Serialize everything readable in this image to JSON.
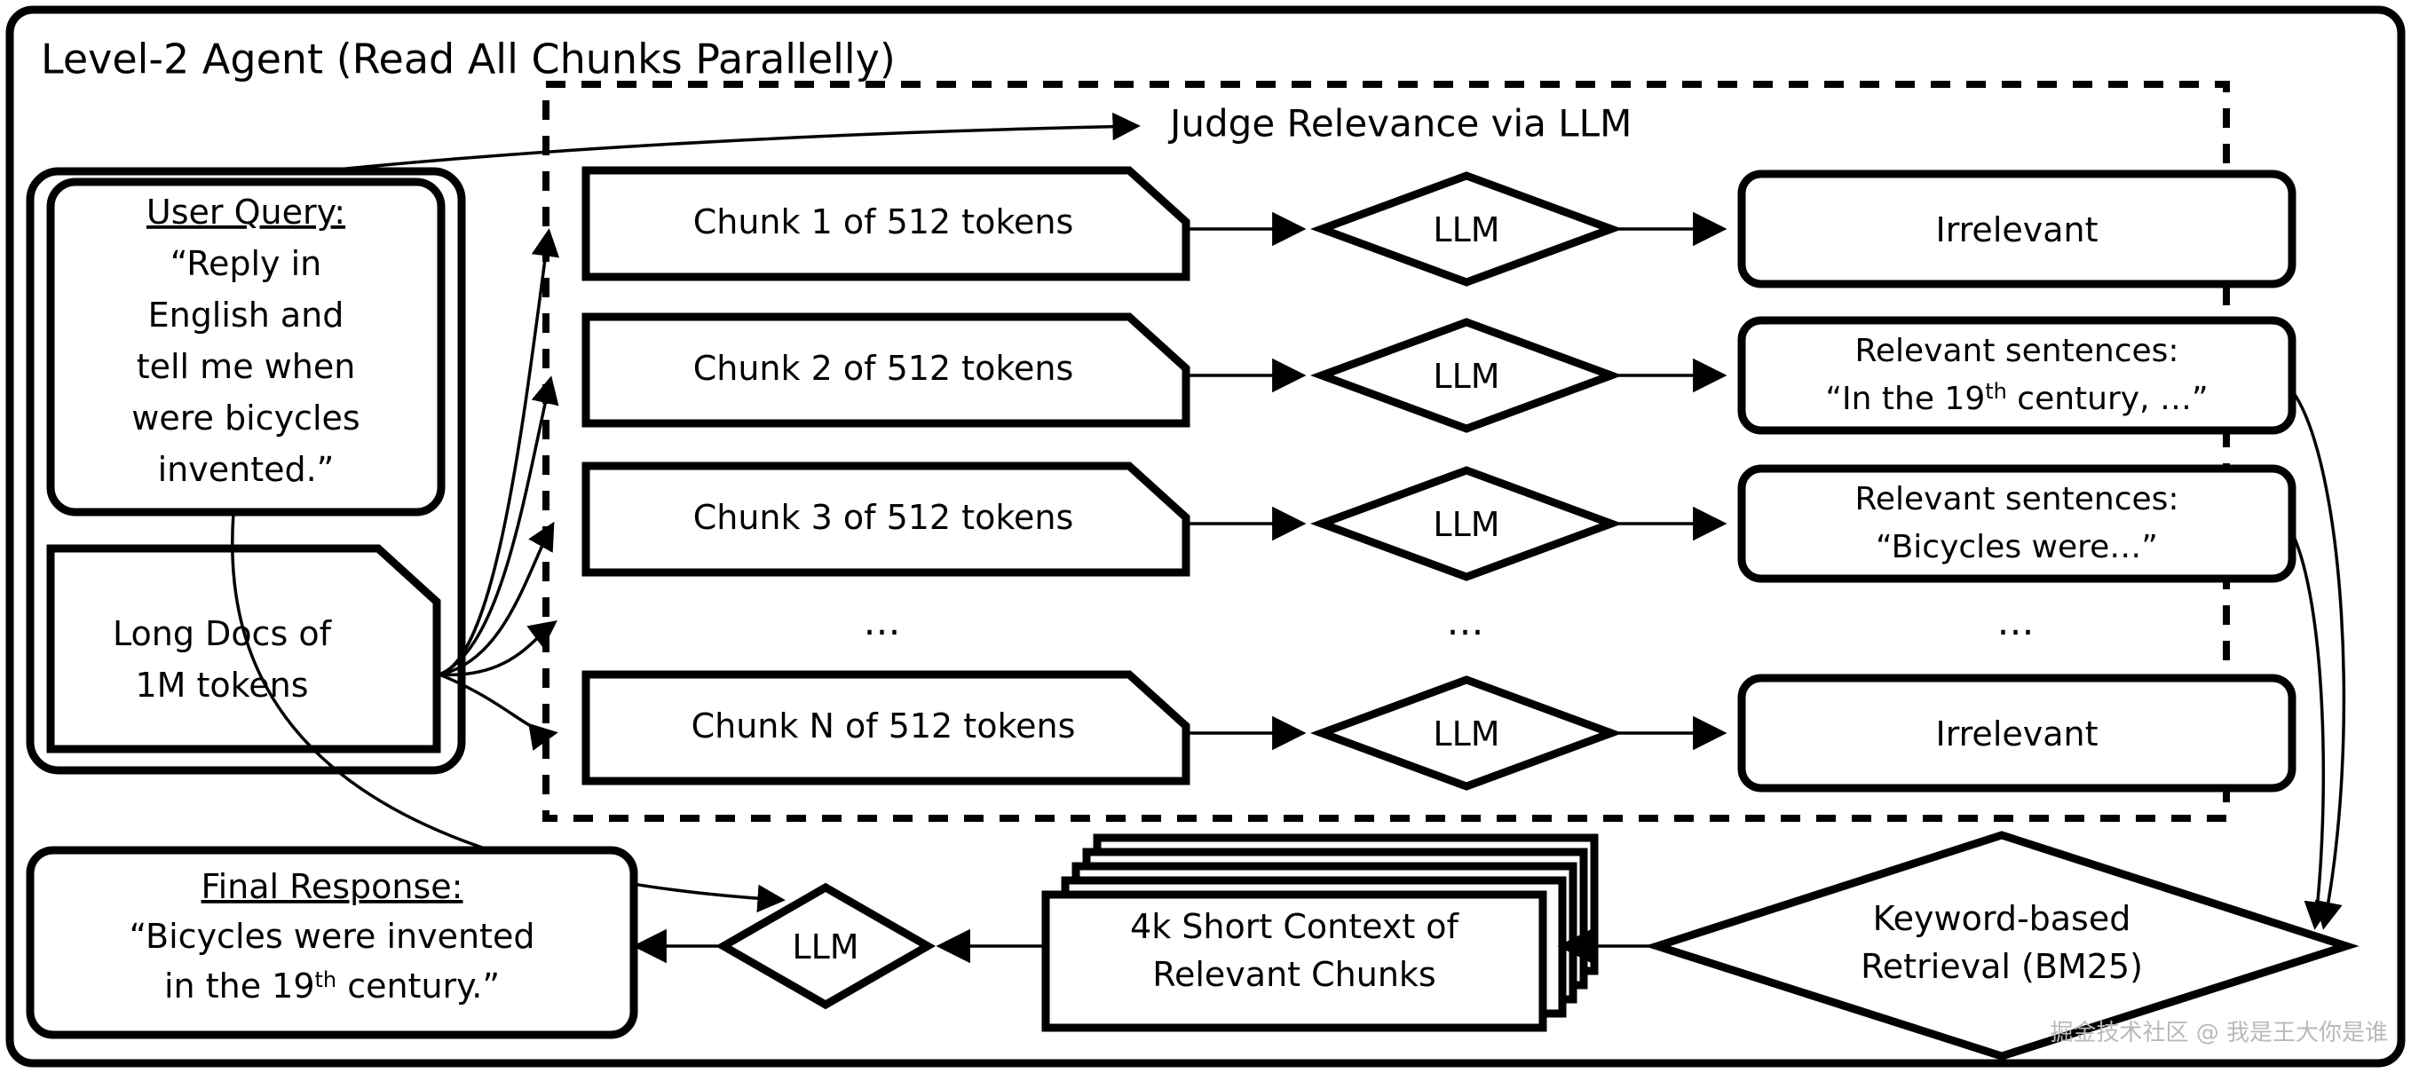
{
  "diagram": {
    "title": "Level-2 Agent (Read All Chunks Parallelly)",
    "dashed_region_label": "Judge Relevance via LLM",
    "ellipsis": "…",
    "llm_label": "LLM"
  },
  "left_column": {
    "user_query": {
      "heading": "User Query:",
      "lines": [
        "“Reply in",
        "English and",
        "tell me when",
        "were bicycles",
        "invented.”"
      ]
    },
    "docs": {
      "lines": [
        "Long Docs of",
        "1M tokens"
      ]
    }
  },
  "chunks": [
    {
      "label": "Chunk 1 of 512 tokens"
    },
    {
      "label": "Chunk 2 of 512 tokens"
    },
    {
      "label": "Chunk 3 of 512 tokens"
    },
    {
      "label": "Chunk N of 512 tokens"
    }
  ],
  "judges": [
    {
      "label": "LLM"
    },
    {
      "label": "LLM"
    },
    {
      "label": "LLM"
    },
    {
      "label": "LLM"
    }
  ],
  "verdicts": [
    {
      "line1": "Irrelevant",
      "line2": "",
      "sup": ""
    },
    {
      "line1": "Relevant sentences:",
      "line2_pre": "“In the 19",
      "sup": "th",
      "line2_post": " century, …”"
    },
    {
      "line1": "Relevant sentences:",
      "line2_pre": "“Bicycles were…”",
      "sup": "",
      "line2_post": ""
    },
    {
      "line1": "Irrelevant",
      "line2": "",
      "sup": ""
    }
  ],
  "bottom": {
    "final_response": {
      "heading": "Final Response:",
      "line1": "“Bicycles were invented",
      "line2_pre": "in the 19",
      "sup": "th",
      "line2_post": " century.”"
    },
    "final_llm": "LLM",
    "short_context": {
      "line1": "4k Short Context of",
      "line2": "Relevant Chunks"
    },
    "retrieval": {
      "line1": "Keyword-based",
      "line2": "Retrieval (BM25)"
    }
  },
  "watermark": "掘金技术社区 @ 我是王大你是谁",
  "colors": {
    "stroke": "#000000",
    "background": "#ffffff",
    "watermark": "#b9b9b9"
  }
}
